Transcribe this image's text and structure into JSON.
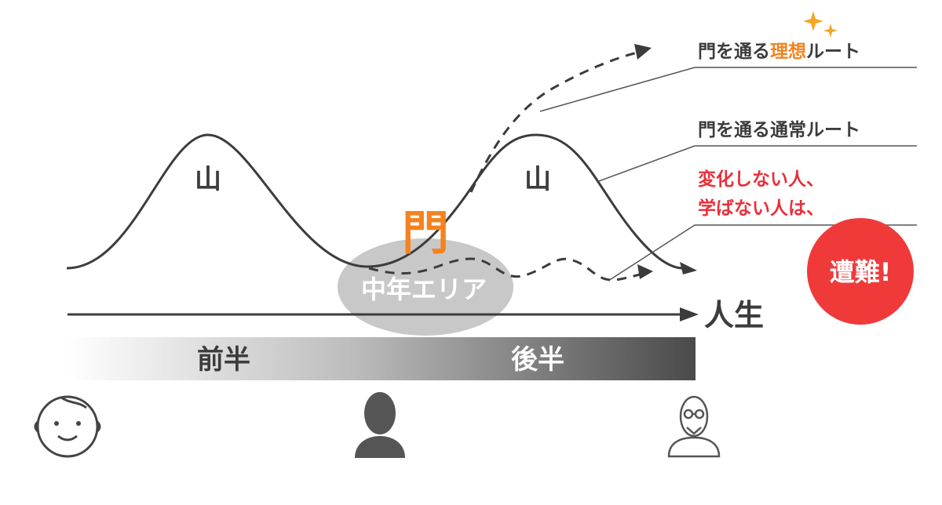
{
  "labels": {
    "mountain_1": "山",
    "mountain_2": "山",
    "gate": "門",
    "midlife_area": "中年エリア",
    "life_axis": "人生",
    "first_half": "前半",
    "second_half": "後半"
  },
  "routes": {
    "ideal_prefix": "門を通る",
    "ideal_highlight": "理想",
    "ideal_suffix": "ルート",
    "normal": "門を通る通常ルート",
    "warning_line1": "変化しない人、",
    "warning_line2": "学ばない人は、"
  },
  "badge": {
    "text": "遭難!"
  },
  "icons": {
    "baby": "baby-face-icon",
    "adult": "adult-silhouette-icon",
    "elder": "elderly-person-icon",
    "sparkle": "sparkle-icon"
  },
  "colors": {
    "accent_orange": "#f5821f",
    "warning_red": "#e8303a",
    "badge_red": "#f03a3a",
    "line_gray": "#3c3c3c",
    "area_gray": "#c8c8c8"
  }
}
